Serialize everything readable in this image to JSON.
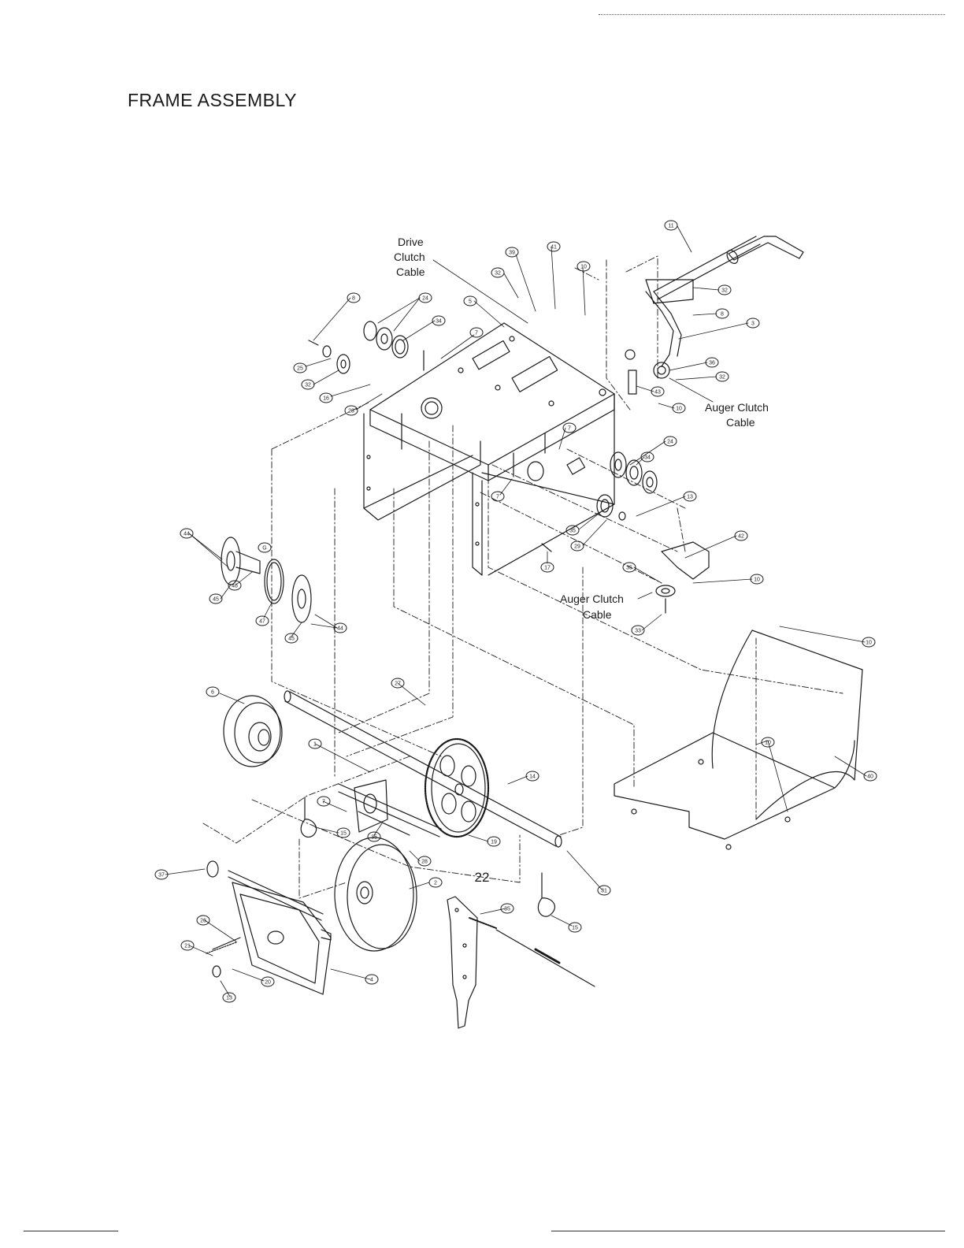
{
  "page": {
    "title": "FRAME ASSEMBLY",
    "page_number": "22"
  },
  "labels": {
    "drive_clutch_cable": [
      "Drive",
      "Clutch",
      "Cable"
    ],
    "auger_clutch_cable_upper": [
      "Auger Clutch",
      "Cable"
    ],
    "auger_clutch_cable_lower": [
      "Auger Clutch",
      "Cable"
    ]
  },
  "callouts": [
    {
      "id": "c01",
      "text": "8"
    },
    {
      "id": "c02",
      "text": "24"
    },
    {
      "id": "c03",
      "text": "34"
    },
    {
      "id": "c04",
      "text": "25"
    },
    {
      "id": "c05",
      "text": "32"
    },
    {
      "id": "c06",
      "text": "16"
    },
    {
      "id": "c07",
      "text": "23"
    },
    {
      "id": "c08",
      "text": "5"
    },
    {
      "id": "c09",
      "text": "7"
    },
    {
      "id": "c10",
      "text": "39"
    },
    {
      "id": "c11",
      "text": "41"
    },
    {
      "id": "c12",
      "text": "32"
    },
    {
      "id": "c13",
      "text": "10"
    },
    {
      "id": "c14",
      "text": "11"
    },
    {
      "id": "c15",
      "text": "32"
    },
    {
      "id": "c16",
      "text": "8"
    },
    {
      "id": "c17",
      "text": "3"
    },
    {
      "id": "c18",
      "text": "36"
    },
    {
      "id": "c19",
      "text": "32"
    },
    {
      "id": "c20",
      "text": "10"
    },
    {
      "id": "c21",
      "text": "43"
    },
    {
      "id": "c22",
      "text": "7"
    },
    {
      "id": "c23",
      "text": "24"
    },
    {
      "id": "c24",
      "text": "34"
    },
    {
      "id": "c25",
      "text": "7"
    },
    {
      "id": "c26",
      "text": "13"
    },
    {
      "id": "c27",
      "text": "35"
    },
    {
      "id": "c28",
      "text": "29"
    },
    {
      "id": "c29",
      "text": "17"
    },
    {
      "id": "c30",
      "text": "42"
    },
    {
      "id": "c31",
      "text": "35"
    },
    {
      "id": "c32",
      "text": "10"
    },
    {
      "id": "c33",
      "text": "33"
    },
    {
      "id": "c34",
      "text": "44"
    },
    {
      "id": "c35",
      "text": "G"
    },
    {
      "id": "c36",
      "text": "45"
    },
    {
      "id": "c37",
      "text": "46"
    },
    {
      "id": "c38",
      "text": "47"
    },
    {
      "id": "c39",
      "text": "45"
    },
    {
      "id": "c40",
      "text": "44"
    },
    {
      "id": "c41",
      "text": "10"
    },
    {
      "id": "c42",
      "text": "40"
    },
    {
      "id": "c43",
      "text": "10"
    },
    {
      "id": "c44",
      "text": "6"
    },
    {
      "id": "c45",
      "text": "27"
    },
    {
      "id": "c46",
      "text": "1"
    },
    {
      "id": "c47",
      "text": "14"
    },
    {
      "id": "c48",
      "text": "7"
    },
    {
      "id": "c49",
      "text": "15"
    },
    {
      "id": "c50",
      "text": "35"
    },
    {
      "id": "c51",
      "text": "19"
    },
    {
      "id": "c52",
      "text": "28"
    },
    {
      "id": "c53",
      "text": "2"
    },
    {
      "id": "c54",
      "text": "31"
    },
    {
      "id": "c55",
      "text": "37"
    },
    {
      "id": "c56",
      "text": "26"
    },
    {
      "id": "c57",
      "text": "21"
    },
    {
      "id": "c58",
      "text": "20"
    },
    {
      "id": "c59",
      "text": "13"
    },
    {
      "id": "c60",
      "text": "4"
    },
    {
      "id": "c61",
      "text": "35"
    },
    {
      "id": "c62",
      "text": "15"
    }
  ]
}
